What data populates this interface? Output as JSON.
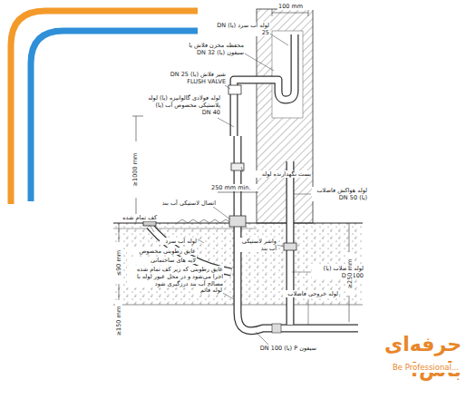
{
  "diagram": {
    "labels": [
      "100 mm",
      "لوله آب سرد (یا) DN 25",
      "محفظه مخزن فلاش یا سیفون (یا) DN 32",
      "شیر فلاش (یا) DN 25 FLUSH VALVE",
      "لوله فولادی گالوانیزه (یا) لوله پلاستیکی مخصوص آب (یا) DN 40",
      "≥1000 mm",
      "بست نگهدارنده لوله",
      "250 mm min.",
      "اتصال لاستیکی آب بند",
      "کف تمام شده",
      "لوله آب سرد",
      "عایق رطوبتی مخصوص",
      "لایه های ساختمانی",
      "عایق رطوبتی که زیر کف تمام شده اجرا می‌شود و در محل عبور لوله با مصالح آب بند درزگیری شود",
      "≤90 mm",
      "≥150 mm",
      "لوله هواکش فاضلاب (یا) DN 50",
      "واشر لاستیکی آب بند",
      "لوله فاضلاب (یا) DN 100",
      "≥250 mm",
      "لوله خروجی فاضلاب",
      "لوله قائم",
      "سیفون P (یا) DN 100",
      "حرفه‌ای باش!",
      "Be Professional..."
    ]
  }
}
